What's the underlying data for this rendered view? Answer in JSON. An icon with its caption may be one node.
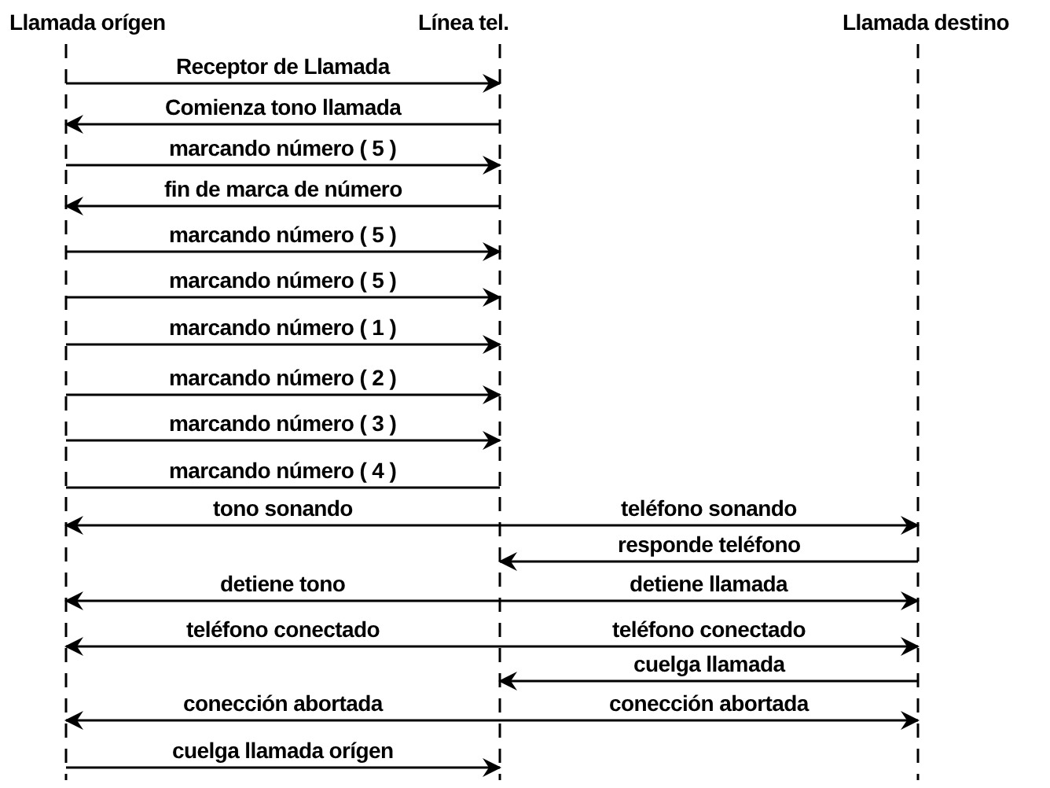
{
  "diagram": {
    "nodes": [
      {
        "text": [
          "Llamada orígen"
        ]
      },
      {
        "text": [
          "Línea tel."
        ]
      },
      {
        "text": [
          "Llamada destino"
        ]
      }
    ],
    "edges": [
      {
        "from": 0,
        "to": 1,
        "arrow": "to",
        "label": "Receptor de Llamada"
      },
      {
        "from": 1,
        "to": 0,
        "arrow": "to",
        "label": "Comienza tono llamada"
      },
      {
        "from": 0,
        "to": 1,
        "arrow": "to",
        "label": "marcando número ( 5 )"
      },
      {
        "from": 1,
        "to": 0,
        "arrow": "to",
        "label": "fin de marca de número"
      },
      {
        "from": 0,
        "to": 1,
        "arrow": "to",
        "label": "marcando número ( 5 )"
      },
      {
        "from": 0,
        "to": 1,
        "arrow": "to",
        "label": "marcando número ( 5 )"
      },
      {
        "from": 0,
        "to": 1,
        "arrow": "to",
        "label": "marcando número ( 1 )"
      },
      {
        "from": 0,
        "to": 1,
        "arrow": "to",
        "label": "marcando número ( 2 )"
      },
      {
        "from": 0,
        "to": 1,
        "arrow": "to",
        "label": "marcando número ( 3 )"
      },
      {
        "from": 0,
        "to": 1,
        "arrow": "none",
        "label": "marcando número ( 4 )"
      },
      {
        "from": 1,
        "to": 0,
        "arrow": "to",
        "label": "tono sonando"
      },
      {
        "from": 1,
        "to": 2,
        "arrow": "to",
        "label": "teléfono sonando"
      },
      {
        "from": 2,
        "to": 1,
        "arrow": "to",
        "label": "responde teléfono"
      },
      {
        "from": 1,
        "to": 0,
        "arrow": "to",
        "label": "detiene tono"
      },
      {
        "from": 1,
        "to": 2,
        "arrow": "to",
        "label": "detiene llamada"
      },
      {
        "from": 1,
        "to": 0,
        "arrow": "to",
        "label": "teléfono conectado"
      },
      {
        "from": 1,
        "to": 2,
        "arrow": "to",
        "label": "teléfono conectado"
      },
      {
        "from": 2,
        "to": 1,
        "arrow": "to",
        "label": "cuelga llamada"
      },
      {
        "from": 1,
        "to": 0,
        "arrow": "to",
        "label": "conección abortada"
      },
      {
        "from": 1,
        "to": 2,
        "arrow": "to",
        "label": "conección abortada"
      },
      {
        "from": 0,
        "to": 1,
        "arrow": "to",
        "label": "cuelga llamada orígen"
      }
    ]
  }
}
